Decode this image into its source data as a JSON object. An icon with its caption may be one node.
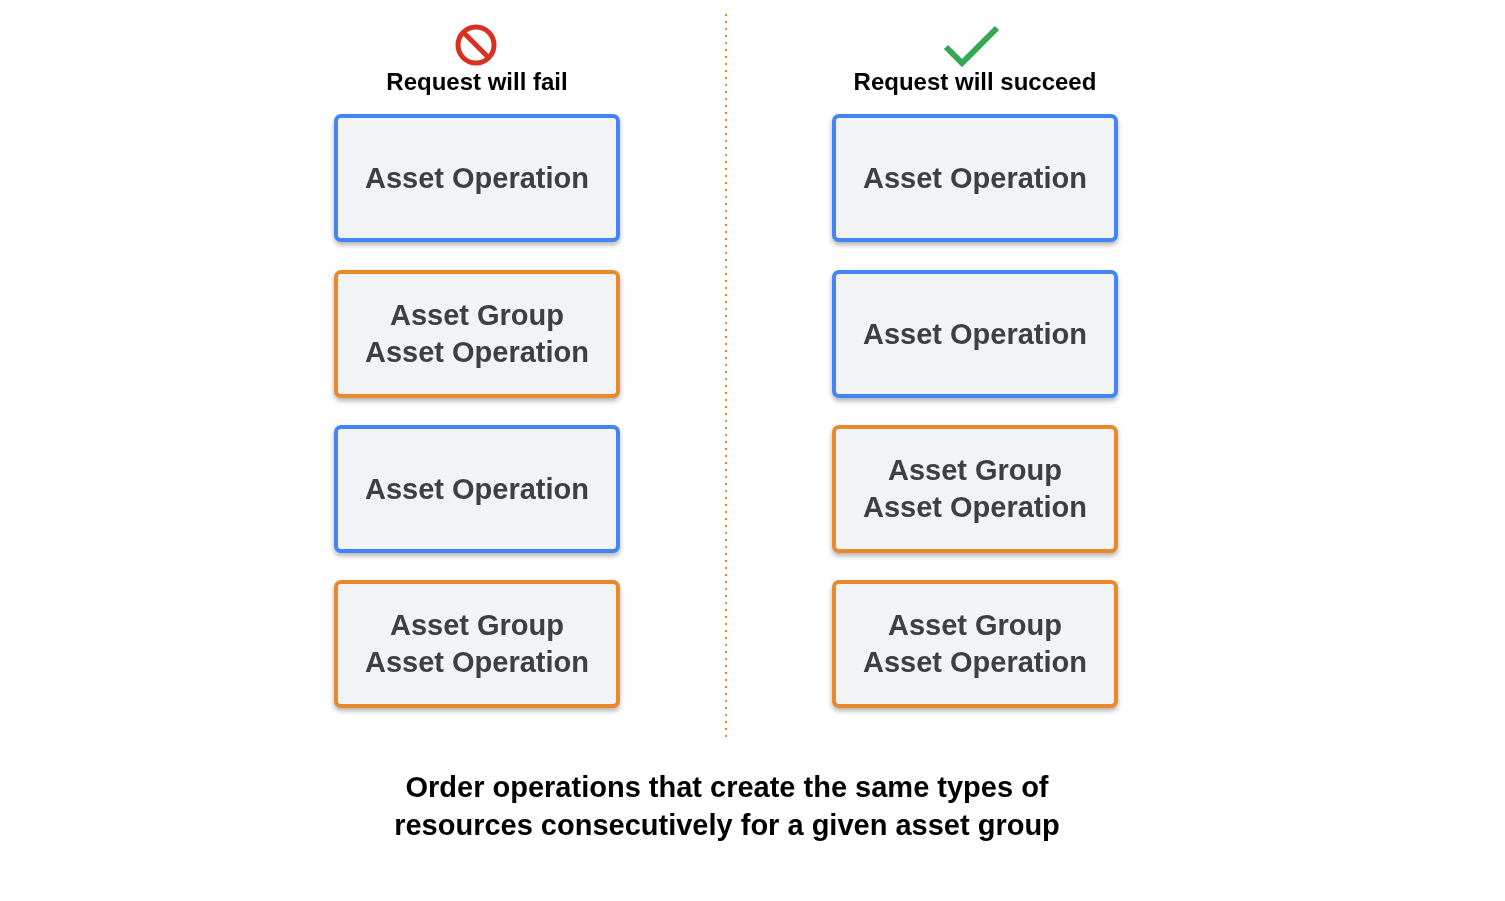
{
  "diagram": {
    "caption": "Order operations that create the same types of resources consecutively for a given asset group",
    "nodes": [
      {
        "text": [
          "Asset Operation"
        ]
      },
      {
        "text": [
          "Asset Group Asset Operation"
        ]
      },
      {
        "text": [
          "Asset Operation"
        ]
      },
      {
        "text": [
          "Asset Group Asset Operation"
        ]
      },
      {
        "text": [
          "Asset Operation"
        ]
      },
      {
        "text": [
          "Asset Operation"
        ]
      },
      {
        "text": [
          "Asset Group Asset Operation"
        ]
      },
      {
        "text": [
          "Asset Group Asset Operation"
        ]
      }
    ],
    "edges": [],
    "labels": [
      "Request will fail",
      "Request will succeed"
    ]
  }
}
